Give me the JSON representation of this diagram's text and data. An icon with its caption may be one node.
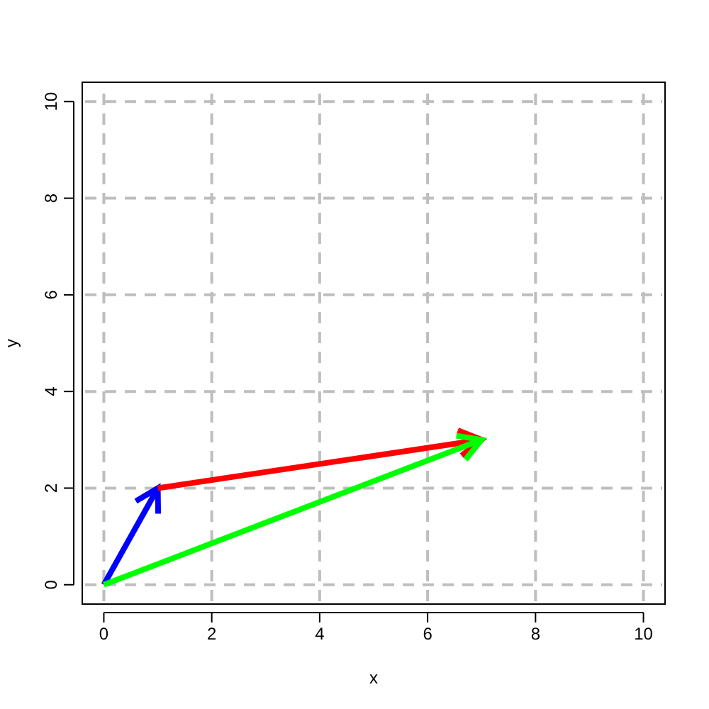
{
  "diagram": {
    "chart_data": {
      "type": "line",
      "xlabel": "x",
      "ylabel": "y",
      "xlim": [
        -0.4,
        10.4
      ],
      "ylim": [
        -0.4,
        10.4
      ],
      "grid": true,
      "x": [
        0,
        1,
        7
      ],
      "xticks": [
        0,
        2,
        4,
        6,
        8,
        10
      ],
      "yticks": [
        0,
        2,
        4,
        6,
        8,
        10
      ],
      "series": [
        {
          "color": "#0000ff",
          "values": [
            0,
            2,
            null
          ]
        },
        {
          "color": "#ff0000",
          "values": [
            null,
            2,
            3
          ]
        },
        {
          "color": "#00ff00",
          "values": [
            0,
            null,
            3
          ]
        }
      ]
    }
  }
}
